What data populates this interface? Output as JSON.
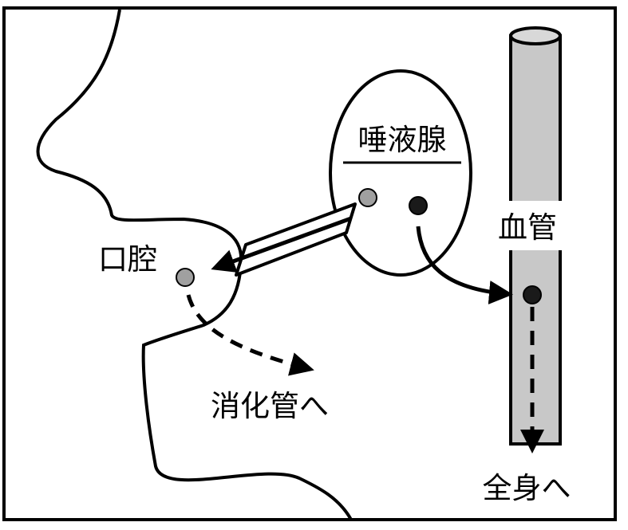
{
  "labels": {
    "salivary_gland": "唾液腺",
    "blood_vessel": "血管",
    "oral_cavity": "口腔",
    "to_digestive_tract": "消化管へ",
    "to_whole_body": "全身へ"
  },
  "colors": {
    "line": "#000000",
    "background": "#ffffff",
    "vessel_fill": "#c8c8c8",
    "gray_dot": "#a0a0a0",
    "dark_dot": "#1a1a1a"
  }
}
